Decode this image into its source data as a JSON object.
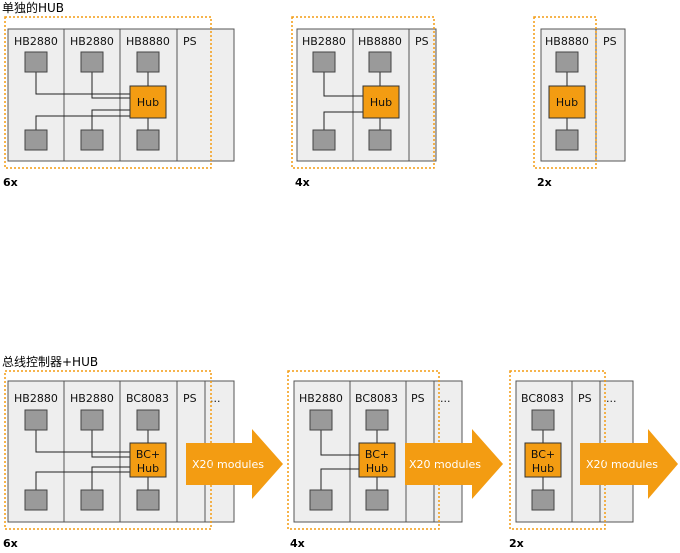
{
  "sections": {
    "standalone": {
      "title": "单独的HUB"
    },
    "bus_controller": {
      "title": "总线控制器+HUB"
    }
  },
  "diagrams": {
    "a": {
      "modules": [
        "HB2880",
        "HB2880",
        "HB8880",
        "PS"
      ],
      "hub": "Hub",
      "count": "6x"
    },
    "b": {
      "modules": [
        "HB2880",
        "HB8880",
        "PS"
      ],
      "hub": "Hub",
      "count": "4x"
    },
    "c": {
      "modules": [
        "HB8880",
        "PS"
      ],
      "hub": "Hub",
      "count": "2x"
    },
    "d": {
      "modules": [
        "HB2880",
        "HB2880",
        "BC8083",
        "PS",
        "..."
      ],
      "hub_line1": "BC+",
      "hub_line2": "Hub",
      "arrow": "X20 modules",
      "count": "6x"
    },
    "e": {
      "modules": [
        "HB2880",
        "BC8083",
        "PS",
        "..."
      ],
      "hub_line1": "BC+",
      "hub_line2": "Hub",
      "arrow": "X20 modules",
      "count": "4x"
    },
    "f": {
      "modules": [
        "BC8083",
        "PS",
        "..."
      ],
      "hub_line1": "BC+",
      "hub_line2": "Hub",
      "arrow": "X20 modules",
      "count": "2x"
    }
  },
  "colors": {
    "accent": "#f39c12",
    "rack": "#eeeeee",
    "port": "#9a9a9a"
  }
}
